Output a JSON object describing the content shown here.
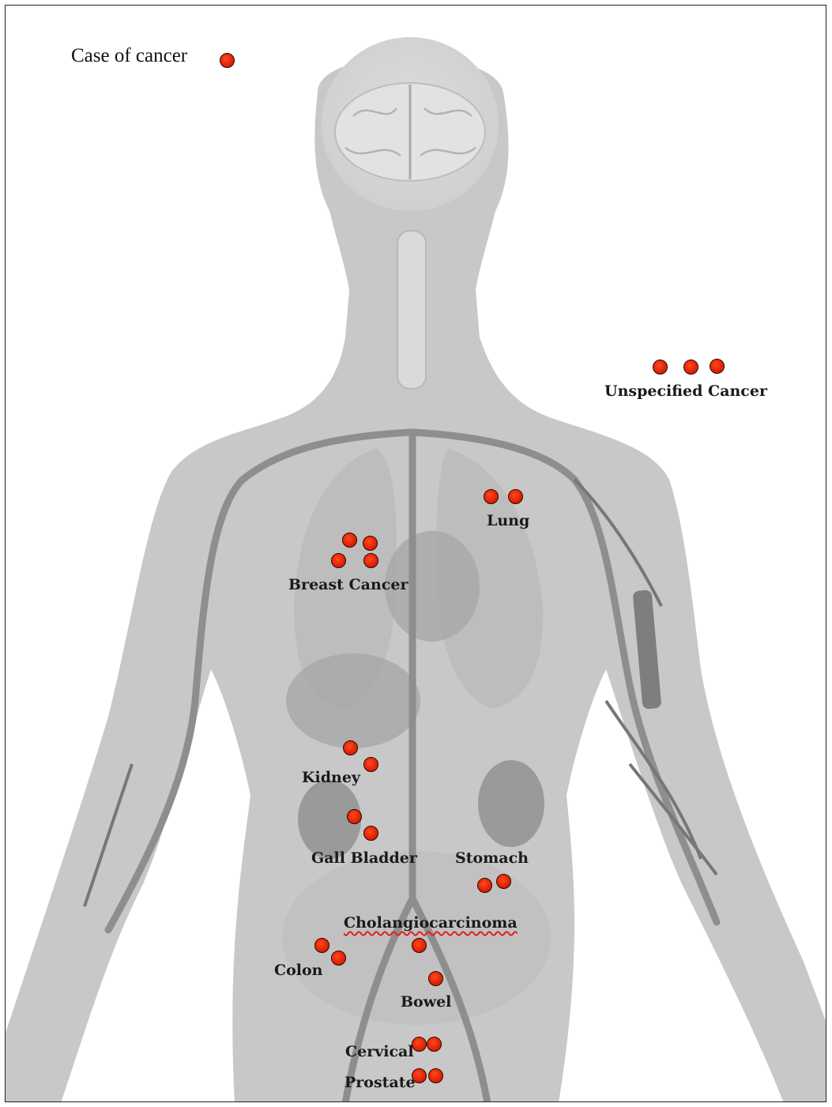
{
  "legend": {
    "label": "Case of cancer"
  },
  "labels": {
    "unspecified": "Unspecified Cancer",
    "lung": "Lung",
    "breast": "Breast Cancer",
    "kidney": "Kidney",
    "gall_bladder": "Gall Bladder",
    "stomach": "Stomach",
    "cholangiocarcinoma": "Cholangiocarcinoma",
    "colon": "Colon",
    "bowel": "Bowel",
    "cervical": "Cervical",
    "prostate": "Prostate"
  },
  "case_counts": {
    "unspecified": 3,
    "lung": 2,
    "breast": 4,
    "kidney": 2,
    "gall_bladder": 2,
    "stomach": 2,
    "cholangiocarcinoma": 1,
    "colon": 2,
    "bowel": 1,
    "cervical": 2,
    "prostate": 2
  },
  "colors": {
    "marker": "#e82a0a",
    "body": "#c9c9c9",
    "vessels": "#8a8a8a",
    "underline": "#e02020"
  }
}
